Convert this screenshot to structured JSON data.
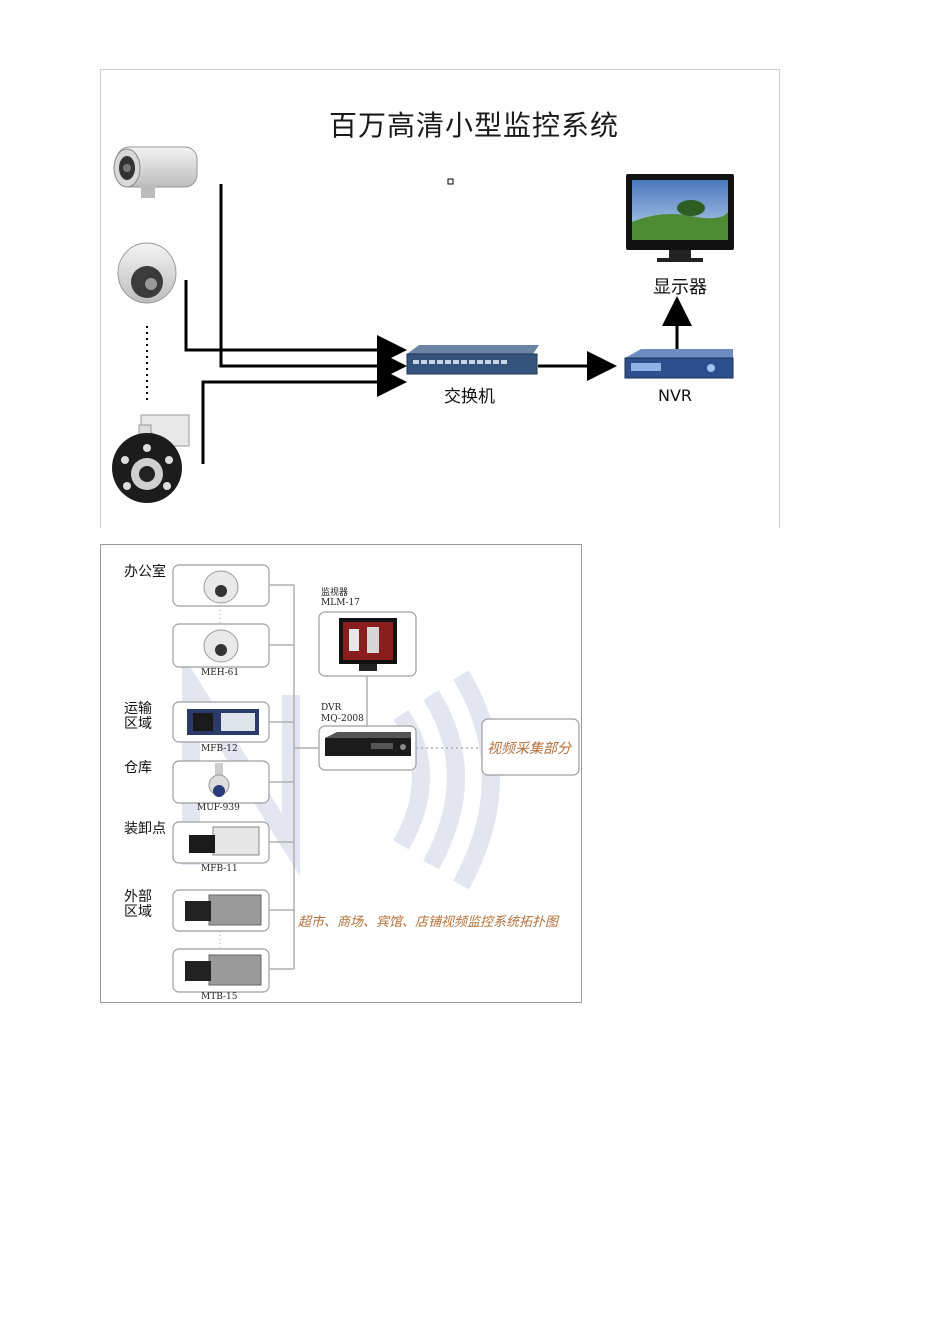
{
  "top_diagram": {
    "title": "百万高清小型监控系统",
    "switch_label": "交换机",
    "nvr_label": "NVR",
    "monitor_label": "显示器",
    "colors": {
      "line": "#000000",
      "switch": "#3b5f8a",
      "nvr": "#2d4f8c",
      "screen_sky": "#5a86c8",
      "screen_grass": "#4c8a34"
    }
  },
  "bottom_diagram": {
    "groups": {
      "office": "办公室",
      "transport": "运输\n区域",
      "warehouse": "仓库",
      "loading": "装卸点",
      "external": "外部\n区域"
    },
    "models": {
      "dome": "MEH-61",
      "box1": "MFB-12",
      "mini_dome": "MUF-939",
      "box2": "MFB-11",
      "box3": "MTB-15"
    },
    "monitor_caption": "监视器\nMLM-17",
    "dvr_caption": "DVR\nMQ-2008",
    "capture_label": "视频采集部分",
    "topology_caption": "超市、商场、宾馆、店铺视频监控系统拓扑图",
    "colors": {
      "orange": "#b4703a",
      "watermark": "#e2e4f0",
      "frame": "#9a9a9a"
    }
  }
}
